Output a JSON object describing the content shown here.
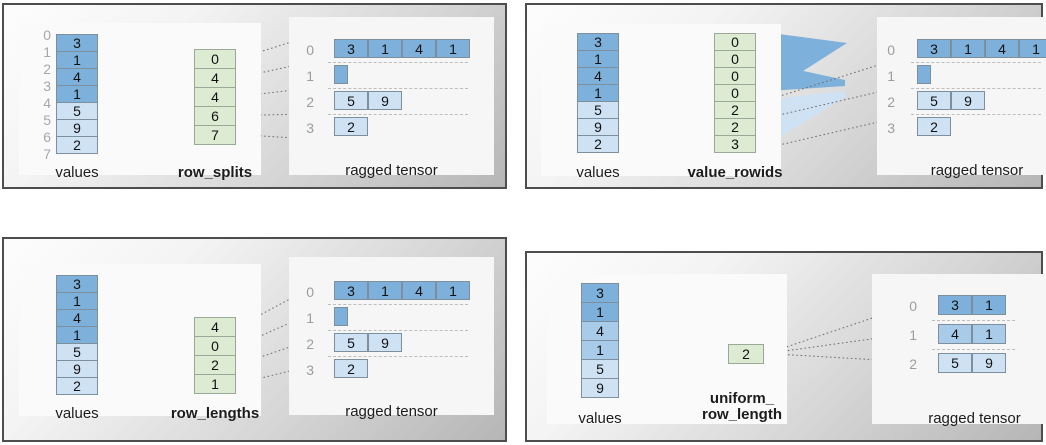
{
  "colors": {
    "blue_dark": "#7db0da",
    "blue_mid": "#a9cbea",
    "blue_light": "#cfe2f4",
    "green": "#dcebd2",
    "panel_border": "#4d4d4d",
    "dash_gray": "#bdbdbd",
    "index_gray": "#a8a8a8"
  },
  "panels": [
    {
      "id": "row_splits",
      "values_caption": "values",
      "encoding_caption": "row_splits",
      "tensor_caption": "ragged tensor",
      "values": [
        "3",
        "1",
        "4",
        "1",
        "5",
        "9",
        "2"
      ],
      "value_shades": [
        "dark",
        "dark",
        "dark",
        "dark",
        "light",
        "light",
        "light"
      ],
      "boundary_indices": [
        "0",
        "1",
        "2",
        "3",
        "4",
        "5",
        "6",
        "7"
      ],
      "encoding": [
        "0",
        "4",
        "4",
        "6",
        "7"
      ],
      "tensor_row_labels": [
        "0",
        "1",
        "2",
        "3"
      ],
      "tensor_rows": [
        {
          "cells": [
            "3",
            "1",
            "4",
            "1"
          ],
          "shade": "dark"
        },
        {
          "cells": [
            ""
          ],
          "shade": "dark"
        },
        {
          "cells": [
            "5",
            "9"
          ],
          "shade": "light"
        },
        {
          "cells": [
            "2"
          ],
          "shade": "light"
        }
      ]
    },
    {
      "id": "value_rowids",
      "values_caption": "values",
      "encoding_caption": "value_rowids",
      "tensor_caption": "ragged tensor",
      "values": [
        "3",
        "1",
        "4",
        "1",
        "5",
        "9",
        "2"
      ],
      "value_shades": [
        "dark",
        "dark",
        "dark",
        "dark",
        "light",
        "light",
        "light"
      ],
      "boundary_indices": [],
      "encoding": [
        "0",
        "0",
        "0",
        "0",
        "2",
        "2",
        "3"
      ],
      "tensor_row_labels": [
        "0",
        "1",
        "2",
        "3"
      ],
      "tensor_rows": [
        {
          "cells": [
            "3",
            "1",
            "4",
            "1"
          ],
          "shade": "dark"
        },
        {
          "cells": [
            ""
          ],
          "shade": "dark"
        },
        {
          "cells": [
            "5",
            "9"
          ],
          "shade": "light"
        },
        {
          "cells": [
            "2"
          ],
          "shade": "light"
        }
      ]
    },
    {
      "id": "row_lengths",
      "values_caption": "values",
      "encoding_caption": "row_lengths",
      "tensor_caption": "ragged tensor",
      "values": [
        "3",
        "1",
        "4",
        "1",
        "5",
        "9",
        "2"
      ],
      "value_shades": [
        "dark",
        "dark",
        "dark",
        "dark",
        "light",
        "light",
        "light"
      ],
      "boundary_indices": [],
      "encoding": [
        "4",
        "0",
        "2",
        "1"
      ],
      "tensor_row_labels": [
        "0",
        "1",
        "2",
        "3"
      ],
      "tensor_rows": [
        {
          "cells": [
            "3",
            "1",
            "4",
            "1"
          ],
          "shade": "dark"
        },
        {
          "cells": [
            ""
          ],
          "shade": "dark"
        },
        {
          "cells": [
            "5",
            "9"
          ],
          "shade": "light"
        },
        {
          "cells": [
            "2"
          ],
          "shade": "light"
        }
      ]
    },
    {
      "id": "uniform_row_length",
      "values_caption": "values",
      "encoding_caption": "uniform_\nrow_length",
      "encoding_caption_line1": "uniform_",
      "encoding_caption_line2": "row_length",
      "tensor_caption": "ragged tensor",
      "values": [
        "3",
        "1",
        "4",
        "1",
        "5",
        "9"
      ],
      "value_shades": [
        "dark",
        "dark",
        "mid",
        "mid",
        "light",
        "light"
      ],
      "boundary_indices": [],
      "encoding": [
        "2"
      ],
      "tensor_row_labels": [
        "0",
        "1",
        "2"
      ],
      "tensor_rows": [
        {
          "cells": [
            "3",
            "1"
          ],
          "shade": "dark"
        },
        {
          "cells": [
            "4",
            "1"
          ],
          "shade": "mid"
        },
        {
          "cells": [
            "5",
            "9"
          ],
          "shade": "light"
        }
      ]
    }
  ]
}
